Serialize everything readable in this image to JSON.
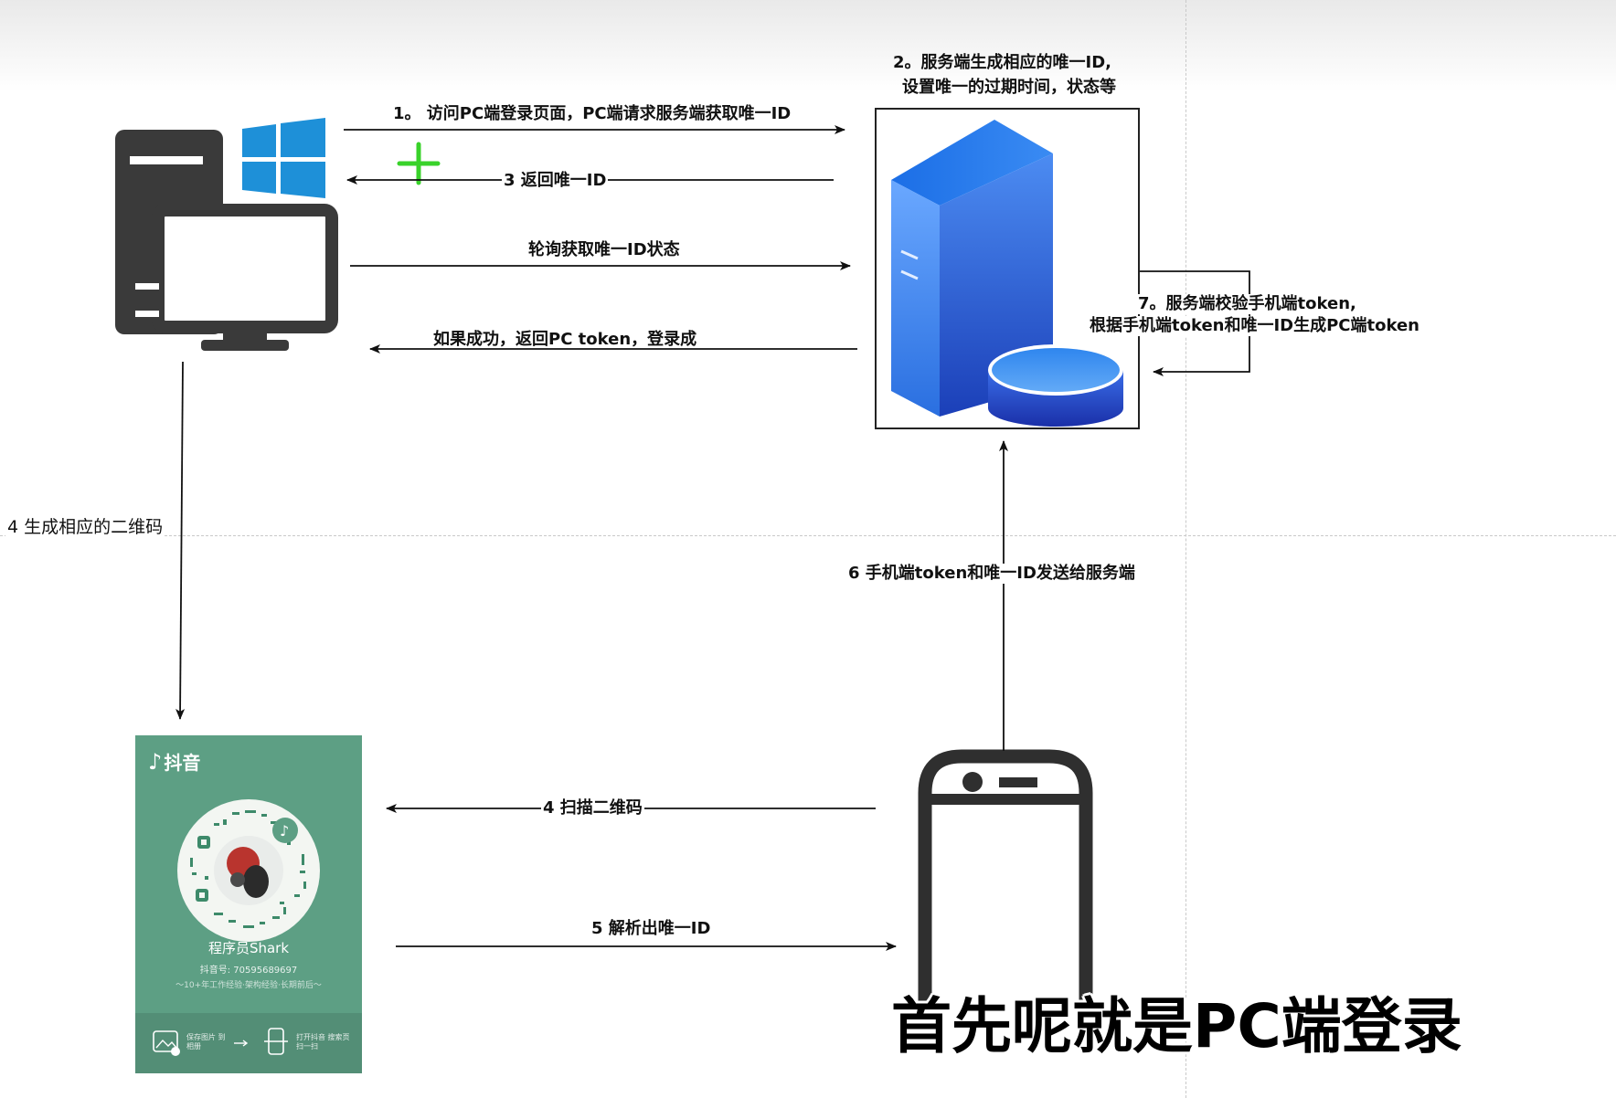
{
  "steps": {
    "step1": "1。 访问PC端登录页面，PC端请求服务端获取唯一ID",
    "step2_line1": "2。服务端生成相应的唯一ID,",
    "step2_line2": "设置唯一的过期时间，状态等",
    "step3": "3 返回唯一ID",
    "poll": "轮询获取唯一ID状态",
    "success": "如果成功，返回PC  token，登录成",
    "step7_line1": "7。服务端校验手机端token,",
    "step7_line2": "根据手机端token和唯一ID生成PC端token",
    "step4_generate": "4 生成相应的二维码",
    "step6": "6  手机端token和唯一ID发送给服务端",
    "step4_scan": "4 扫描二维码",
    "step5": "5 解析出唯一ID"
  },
  "qr_card": {
    "brand": "抖音",
    "name": "程序员Shark",
    "douyin_id": "抖音号: 70595689697",
    "slogan": "～10+年工作经验·架构经验·长期前后～",
    "footer_left": "保存图片 到相册",
    "footer_right": "打开抖音 搜索页扫一扫"
  },
  "subtitle": "首先呢就是PC端登录",
  "colors": {
    "server_blue": "#2f7fe8",
    "qr_green": "#5d9f84",
    "windows_blue": "#1e90d8",
    "cursor_green": "#39d22a"
  },
  "icons": [
    "desktop-computer-icon",
    "windows-logo-icon",
    "server-icon",
    "database-icon",
    "smartphone-icon",
    "tiktok-icon",
    "qr-code"
  ]
}
